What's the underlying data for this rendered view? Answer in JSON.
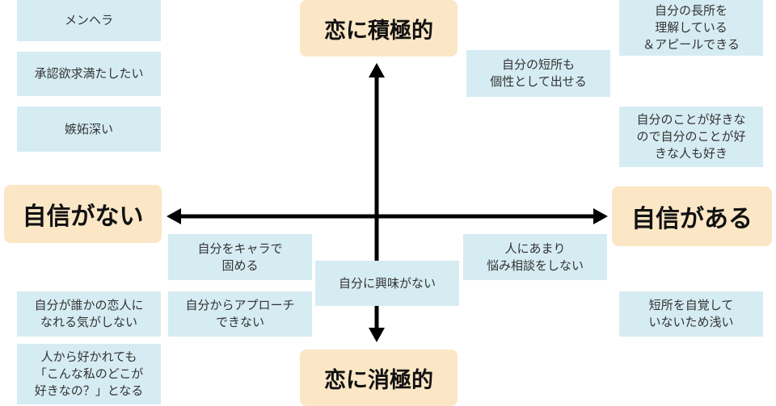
{
  "colors": {
    "axis": "#000000",
    "label_bg": "#fbe7c6",
    "note_bg": "#d6ecf3"
  },
  "axes": {
    "top": "恋に積極的",
    "bottom": "恋に消極的",
    "left": "自信がない",
    "right": "自信がある"
  },
  "notes": {
    "menhera": "メンヘラ",
    "approval": "承認欲求満たしたい",
    "jealous": "嫉妬深い",
    "self_as_lover": "自分が誰かの恋人に\nなれる気がしない",
    "be_liked": "人から好かれても\n「こんな私のどこが\n好きなの？」となる",
    "character": "自分をキャラで\n固める",
    "no_approach": "自分からアプローチ\nできない",
    "not_interested": "自分に興味がない",
    "strengths": "自分の長所を\n理解している\n＆アピールできる",
    "flaws_as_individuality": "自分の短所も\n個性として出せる",
    "likes_self": "自分のことが好きな\nので自分のことが好\nきな人も好き",
    "no_worries_talk": "人にあまり\n悩み相談をしない",
    "shallow": "短所を自覚して\nいないため浅い"
  }
}
